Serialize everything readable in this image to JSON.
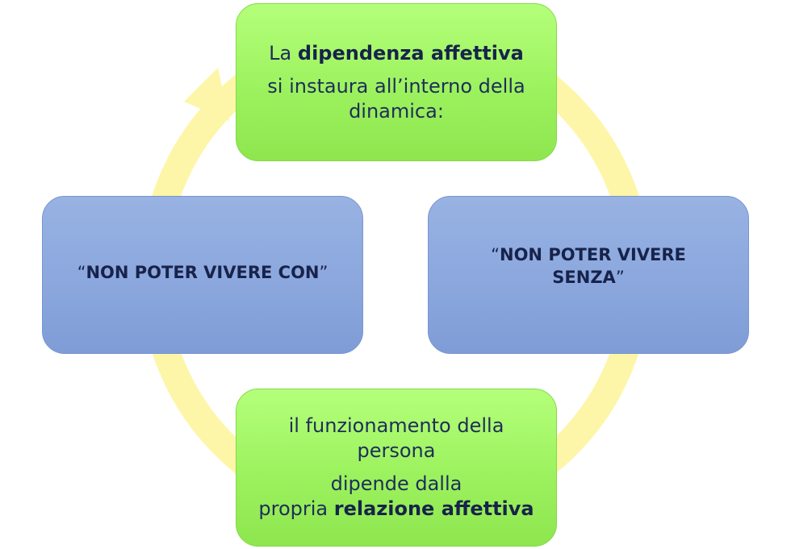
{
  "colors": {
    "ring": "#fdf6a8",
    "green_box": "#9cf25e",
    "blue_box": "#8aa6dd",
    "text": "#1f2d5a"
  },
  "top": {
    "line1_pre": "La ",
    "line1_bold": "dipendenza affettiva",
    "line2": "si instaura all’interno della dinamica:"
  },
  "right": {
    "open_quote": "“",
    "bold": "NON POTER VIVERE SENZA",
    "close_quote": "”"
  },
  "bottom": {
    "line1": "il funzionamento della persona",
    "line2_a": "dipende dalla",
    "line2_b_pre": "propria ",
    "line2_b_bold": "relazione affettiva"
  },
  "left": {
    "open_quote": "“",
    "bold": "NON POTER VIVERE CON",
    "close_quote": "”"
  }
}
